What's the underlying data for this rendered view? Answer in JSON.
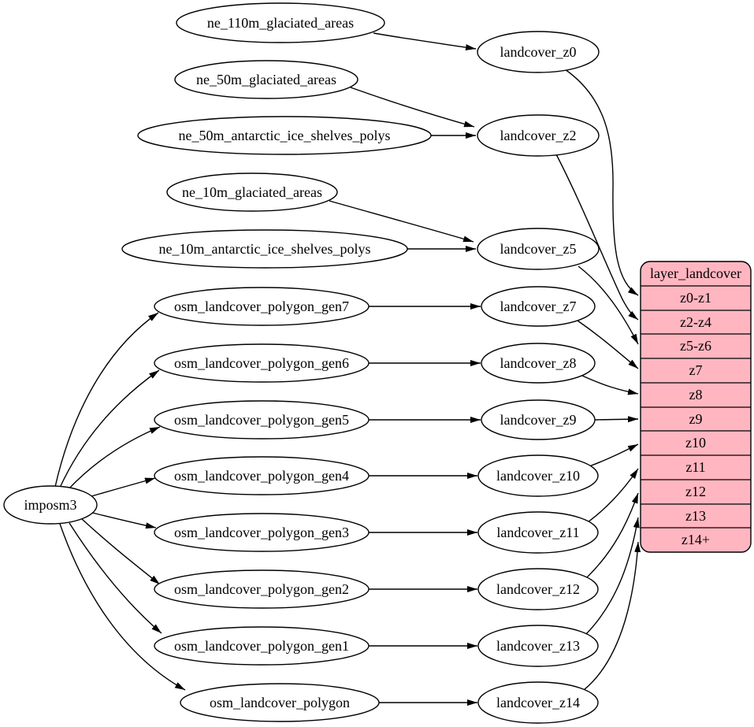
{
  "diagram": {
    "type": "dependency-graph",
    "colors": {
      "background": "#ffffff",
      "node_fill": "#ffffff",
      "node_stroke": "#000000",
      "edge": "#000000",
      "table_fill": "#ffb6c1",
      "text": "#000000"
    },
    "nodes": {
      "imposm3": {
        "label": "imposm3"
      },
      "ne_110m_glaciated_areas": {
        "label": "ne_110m_glaciated_areas"
      },
      "ne_50m_glaciated_areas": {
        "label": "ne_50m_glaciated_areas"
      },
      "ne_50m_antarctic_ice_shelves_polys": {
        "label": "ne_50m_antarctic_ice_shelves_polys"
      },
      "ne_10m_glaciated_areas": {
        "label": "ne_10m_glaciated_areas"
      },
      "ne_10m_antarctic_ice_shelves_polys": {
        "label": "ne_10m_antarctic_ice_shelves_polys"
      },
      "osm_landcover_polygon_gen7": {
        "label": "osm_landcover_polygon_gen7"
      },
      "osm_landcover_polygon_gen6": {
        "label": "osm_landcover_polygon_gen6"
      },
      "osm_landcover_polygon_gen5": {
        "label": "osm_landcover_polygon_gen5"
      },
      "osm_landcover_polygon_gen4": {
        "label": "osm_landcover_polygon_gen4"
      },
      "osm_landcover_polygon_gen3": {
        "label": "osm_landcover_polygon_gen3"
      },
      "osm_landcover_polygon_gen2": {
        "label": "osm_landcover_polygon_gen2"
      },
      "osm_landcover_polygon_gen1": {
        "label": "osm_landcover_polygon_gen1"
      },
      "osm_landcover_polygon": {
        "label": "osm_landcover_polygon"
      },
      "landcover_z0": {
        "label": "landcover_z0"
      },
      "landcover_z2": {
        "label": "landcover_z2"
      },
      "landcover_z5": {
        "label": "landcover_z5"
      },
      "landcover_z7": {
        "label": "landcover_z7"
      },
      "landcover_z8": {
        "label": "landcover_z8"
      },
      "landcover_z9": {
        "label": "landcover_z9"
      },
      "landcover_z10": {
        "label": "landcover_z10"
      },
      "landcover_z11": {
        "label": "landcover_z11"
      },
      "landcover_z12": {
        "label": "landcover_z12"
      },
      "landcover_z13": {
        "label": "landcover_z13"
      },
      "landcover_z14": {
        "label": "landcover_z14"
      }
    },
    "table": {
      "title": "layer_landcover",
      "rows": [
        "z0-z1",
        "z2-z4",
        "z5-z6",
        "z7",
        "z8",
        "z9",
        "z10",
        "z11",
        "z12",
        "z13",
        "z14+"
      ]
    },
    "edges": [
      {
        "from": "ne_110m_glaciated_areas",
        "to": "landcover_z0"
      },
      {
        "from": "ne_50m_glaciated_areas",
        "to": "landcover_z2"
      },
      {
        "from": "ne_50m_antarctic_ice_shelves_polys",
        "to": "landcover_z2"
      },
      {
        "from": "ne_10m_glaciated_areas",
        "to": "landcover_z5"
      },
      {
        "from": "ne_10m_antarctic_ice_shelves_polys",
        "to": "landcover_z5"
      },
      {
        "from": "imposm3",
        "to": "osm_landcover_polygon_gen7"
      },
      {
        "from": "imposm3",
        "to": "osm_landcover_polygon_gen6"
      },
      {
        "from": "imposm3",
        "to": "osm_landcover_polygon_gen5"
      },
      {
        "from": "imposm3",
        "to": "osm_landcover_polygon_gen4"
      },
      {
        "from": "imposm3",
        "to": "osm_landcover_polygon_gen3"
      },
      {
        "from": "imposm3",
        "to": "osm_landcover_polygon_gen2"
      },
      {
        "from": "imposm3",
        "to": "osm_landcover_polygon_gen1"
      },
      {
        "from": "imposm3",
        "to": "osm_landcover_polygon"
      },
      {
        "from": "osm_landcover_polygon_gen7",
        "to": "landcover_z7"
      },
      {
        "from": "osm_landcover_polygon_gen6",
        "to": "landcover_z8"
      },
      {
        "from": "osm_landcover_polygon_gen5",
        "to": "landcover_z9"
      },
      {
        "from": "osm_landcover_polygon_gen4",
        "to": "landcover_z10"
      },
      {
        "from": "osm_landcover_polygon_gen3",
        "to": "landcover_z11"
      },
      {
        "from": "osm_landcover_polygon_gen2",
        "to": "landcover_z12"
      },
      {
        "from": "osm_landcover_polygon_gen1",
        "to": "landcover_z13"
      },
      {
        "from": "osm_landcover_polygon",
        "to": "landcover_z14"
      },
      {
        "from": "landcover_z0",
        "to": "layer_landcover:z0-z1"
      },
      {
        "from": "landcover_z2",
        "to": "layer_landcover:z2-z4"
      },
      {
        "from": "landcover_z5",
        "to": "layer_landcover:z5-z6"
      },
      {
        "from": "landcover_z7",
        "to": "layer_landcover:z7"
      },
      {
        "from": "landcover_z8",
        "to": "layer_landcover:z8"
      },
      {
        "from": "landcover_z9",
        "to": "layer_landcover:z9"
      },
      {
        "from": "landcover_z10",
        "to": "layer_landcover:z10"
      },
      {
        "from": "landcover_z11",
        "to": "layer_landcover:z11"
      },
      {
        "from": "landcover_z12",
        "to": "layer_landcover:z12"
      },
      {
        "from": "landcover_z13",
        "to": "layer_landcover:z13"
      },
      {
        "from": "landcover_z14",
        "to": "layer_landcover:z14+"
      }
    ]
  }
}
